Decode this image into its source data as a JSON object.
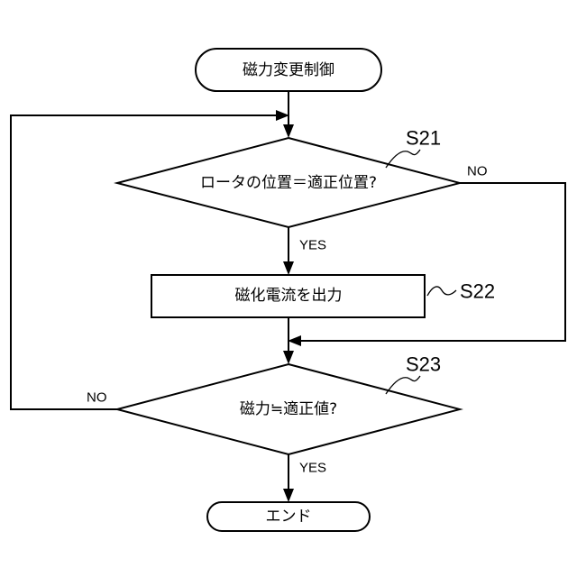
{
  "flowchart": {
    "start_label": "磁力変更制御",
    "decision1_label": "ロータの位置＝適正位置?",
    "process_label": "磁化電流を出力",
    "decision2_label": "磁力≒適正値?",
    "end_label": "エンド",
    "step_decision1": "S21",
    "step_process": "S22",
    "step_decision2": "S23",
    "decision1_yes": "YES",
    "decision1_no": "NO",
    "decision2_yes": "YES",
    "decision2_no": "NO"
  }
}
